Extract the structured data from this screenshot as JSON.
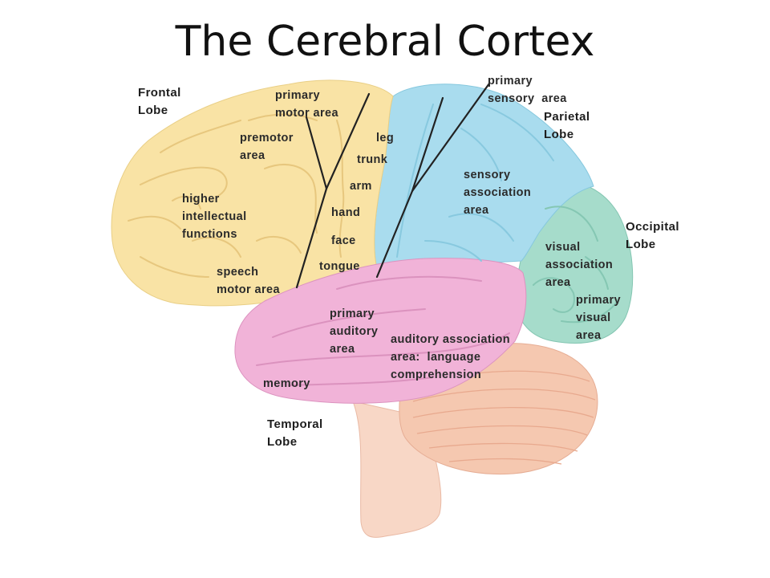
{
  "title": "The Cerebral Cortex",
  "colors": {
    "frontal": "#f9e3a5",
    "parietal": "#a9dcee",
    "occipital": "#a6dccb",
    "temporal": "#f1b3d8",
    "cerebellum": "#f5c8b0",
    "brainstem": "#f8d7c6",
    "line": "#222222"
  },
  "lobes": {
    "frontal": [
      "Frontal",
      "Lobe"
    ],
    "parietal": [
      "Parietal",
      "Lobe"
    ],
    "occipital": [
      "Occipital",
      "Lobe"
    ],
    "temporal": [
      "Temporal",
      "Lobe"
    ]
  },
  "labels": {
    "primary_motor": [
      "primary",
      "motor area"
    ],
    "primary_sensory": [
      "primary",
      "sensory  area"
    ],
    "premotor": [
      "premotor",
      "area"
    ],
    "higher_intellectual": [
      "higher",
      "intellectual",
      "functions"
    ],
    "speech_motor": [
      "speech",
      "motor area"
    ],
    "sensory_association": [
      "sensory",
      "association",
      "area"
    ],
    "visual_association": [
      "visual",
      "association",
      "area"
    ],
    "primary_visual": [
      "primary",
      "visual",
      "area"
    ],
    "primary_auditory": [
      "primary",
      "auditory",
      "area"
    ],
    "auditory_association": [
      "auditory association",
      "area:  language",
      "comprehension"
    ],
    "memory": "memory"
  },
  "body_parts": {
    "leg": "leg",
    "trunk": "trunk",
    "arm": "arm",
    "hand": "hand",
    "face": "face",
    "tongue": "tongue"
  }
}
